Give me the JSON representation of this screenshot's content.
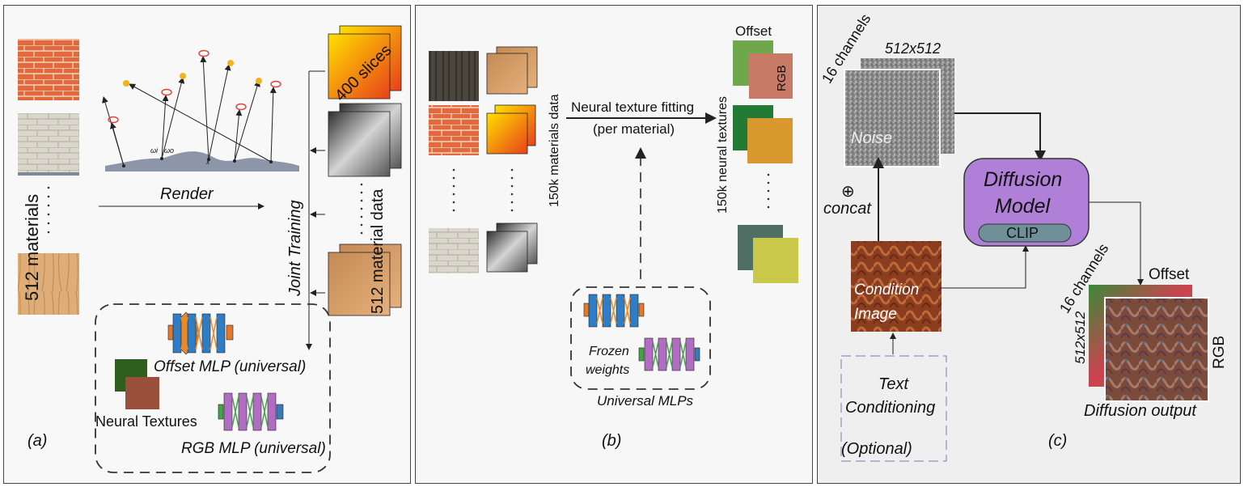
{
  "panel_a": {
    "caption": "(a)",
    "materials_label": "512 materials",
    "render_label": "Render",
    "omega_i": "ωi",
    "omega_o": "ωo",
    "x_label": "x",
    "slices_label": "400 slices",
    "material_data_label": "512 material data",
    "joint_training_label": "Joint Training",
    "offset_mlp_label": "Offset MLP (universal)",
    "neural_textures_label": "Neural Textures",
    "rgb_mlp_label": "RGB MLP (universal)"
  },
  "panel_b": {
    "caption": "(b)",
    "materials_data_label": "150k materials data",
    "fitting_label": "Neural texture fitting",
    "per_material_label": "(per material)",
    "neural_textures_label": "150k neural textures",
    "offset_label": "Offset",
    "rgb_label": "RGB",
    "frozen_label_1": "Frozen",
    "frozen_label_2": "weights",
    "universal_mlps_label": "Universal MLPs"
  },
  "panel_c": {
    "caption": "(c)",
    "channels_top": "16 channels",
    "size_top": "512x512",
    "noise_label": "Noise",
    "concat_symbol": "⊕",
    "concat_label": "concat",
    "diffusion_line_1": "Diffusion",
    "diffusion_line_2": "Model",
    "clip_label": "CLIP",
    "condition_line_1": "Condition",
    "condition_line_2": "Image",
    "text_cond_line_1": "Text",
    "text_cond_line_2": "Conditioning",
    "optional_label": "(Optional)",
    "channels_bottom": "16 channels",
    "size_bottom": "512x512",
    "offset_label": "Offset",
    "rgb_label": "RGB",
    "output_label": "Diffusion output"
  },
  "colors": {
    "brick": "#d8643a",
    "wood": "#d9a36b",
    "diffusion": "#b07fd8",
    "clip": "#6f8f99",
    "mlp_blue": "#2f7dc4",
    "mlp_orange": "#e8892b",
    "mlp_purple": "#b26cc4",
    "mlp_green": "#45a34a"
  }
}
